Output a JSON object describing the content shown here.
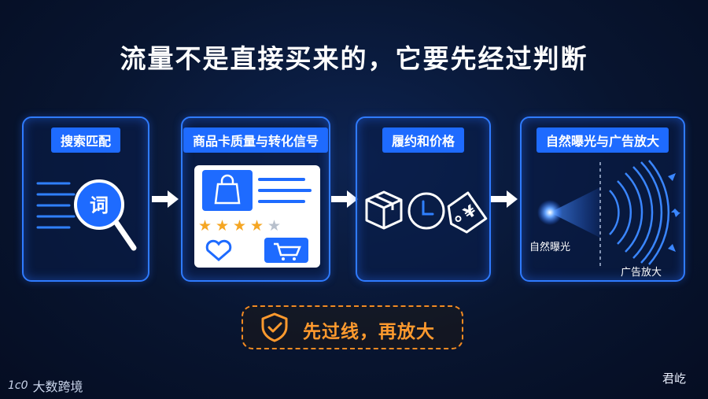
{
  "title": "流量不是直接买来的，它要先经过判断",
  "steps": [
    {
      "label": "搜索匹配",
      "icon_text": "词"
    },
    {
      "label": "商品卡质量与转化信号"
    },
    {
      "label": "履约和价格",
      "price_symbol": "¥"
    },
    {
      "label": "自然曝光与广告放大",
      "left_caption": "自然曝光",
      "right_caption": "广告放大"
    }
  ],
  "note": "先过线，再放大",
  "signature": "君屹",
  "brand": {
    "logo_text": "1c0",
    "name": "大数跨境"
  },
  "colors": {
    "accent": "#1e6bff",
    "card_border": "#2f7bff",
    "note": "#ff9a2e",
    "star": "#f5a623"
  },
  "rating": {
    "filled": 4,
    "total": 5
  }
}
